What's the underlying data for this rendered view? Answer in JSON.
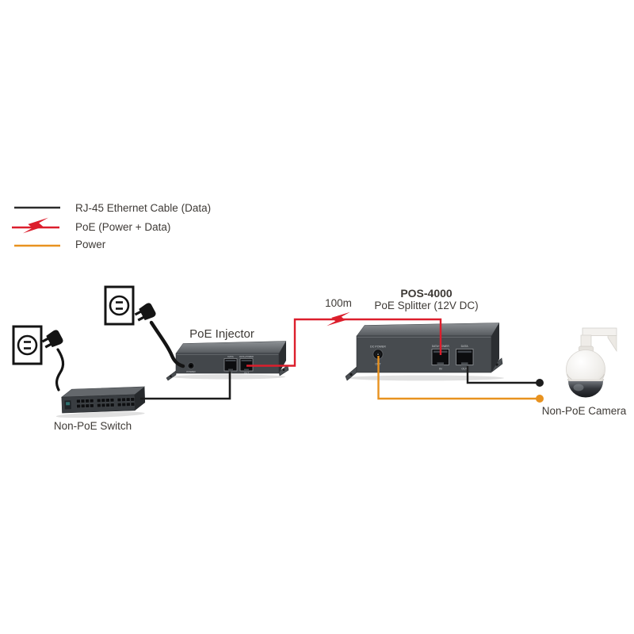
{
  "legend": {
    "items": [
      {
        "id": "data",
        "label": "RJ-45 Ethernet Cable (Data)"
      },
      {
        "id": "poe",
        "label": "PoE (Power + Data)"
      },
      {
        "id": "power",
        "label": "Power"
      }
    ]
  },
  "annotations": {
    "cable_length": "100m"
  },
  "devices": {
    "switch": {
      "label": "Non-PoE Switch"
    },
    "injector": {
      "title": "PoE Injector",
      "ports": {
        "power": "POWER",
        "data_top": "DATA",
        "data_bottom": "IN",
        "uplink_top": "DATA+POWER",
        "uplink_bottom": "OUT"
      }
    },
    "splitter": {
      "model": "POS-4000",
      "subtitle": "PoE Splitter (12V DC)",
      "ports": {
        "dc_top": "DC POWER",
        "dc_bottom": "OUT",
        "in_top": "DATA+POWER",
        "in_bottom": "IN",
        "out_top": "DATA",
        "out_bottom": "OUT"
      }
    },
    "camera": {
      "label": "Non-PoE Camera"
    }
  },
  "colors": {
    "data_cable": "#1c1c1c",
    "poe_cable": "#dc1e2c",
    "power_cable": "#e8921f",
    "text": "#3e3a36"
  }
}
